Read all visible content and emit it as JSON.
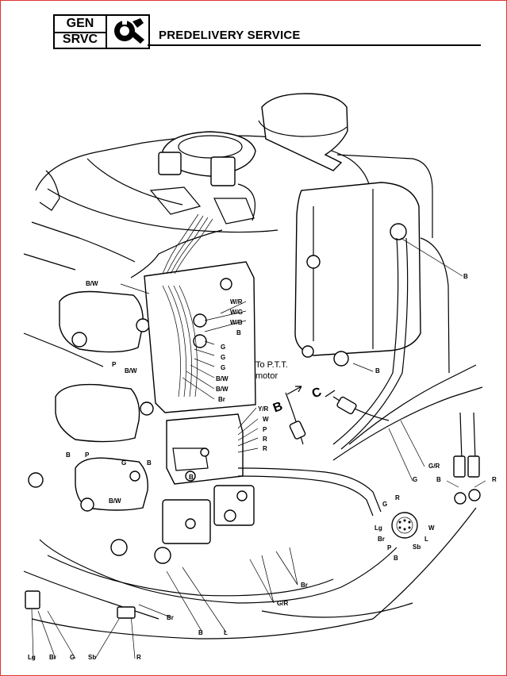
{
  "header": {
    "badge_top": "GEN",
    "badge_bottom": "SRVC",
    "section_title": "PREDELIVERY SERVICE"
  },
  "icons": {
    "service_logo": "wrench-gear-icon"
  },
  "diagram": {
    "annotation_ptt": [
      "To P.T.T.",
      "motor"
    ],
    "markers": {
      "b": "B",
      "c": "C"
    },
    "wire_labels": {
      "bw_top": "B/W",
      "b_right": "B",
      "b_mid": "B",
      "wr": "W/R",
      "wg": "W/G",
      "wb": "W/B",
      "b_box": "B",
      "g1": "G",
      "g2": "G",
      "g3": "G",
      "bw1": "B/W",
      "bw2": "B/W",
      "br_box": "Br",
      "p_left": "P",
      "bw_left": "B/W",
      "b_left": "B",
      "p_left2": "P",
      "g_left": "G",
      "yr": "Y/R",
      "w_reg": "W",
      "p_reg": "P",
      "r_reg1": "R",
      "r_reg2": "R",
      "b_reg": "B",
      "b_reg2": "B",
      "bw_low": "B/W",
      "gr_right": "G/R",
      "g_right": "G",
      "b_term": "B",
      "r_term": "R",
      "conn_r": "R",
      "conn_g": "G",
      "conn_lg": "Lg",
      "conn_br": "Br",
      "conn_w": "W",
      "conn_l": "L",
      "conn_p": "P",
      "conn_sb": "Sb",
      "conn_b": "B",
      "br_lower": "Br",
      "gr_lower": "G/R",
      "br_bottom": "Br",
      "b_bottom": "B",
      "l_bottom": "L",
      "bot_lg": "Lg",
      "bot_br": "Br",
      "bot_g": "G",
      "bot_sb": "Sb",
      "bot_r": "R"
    }
  }
}
